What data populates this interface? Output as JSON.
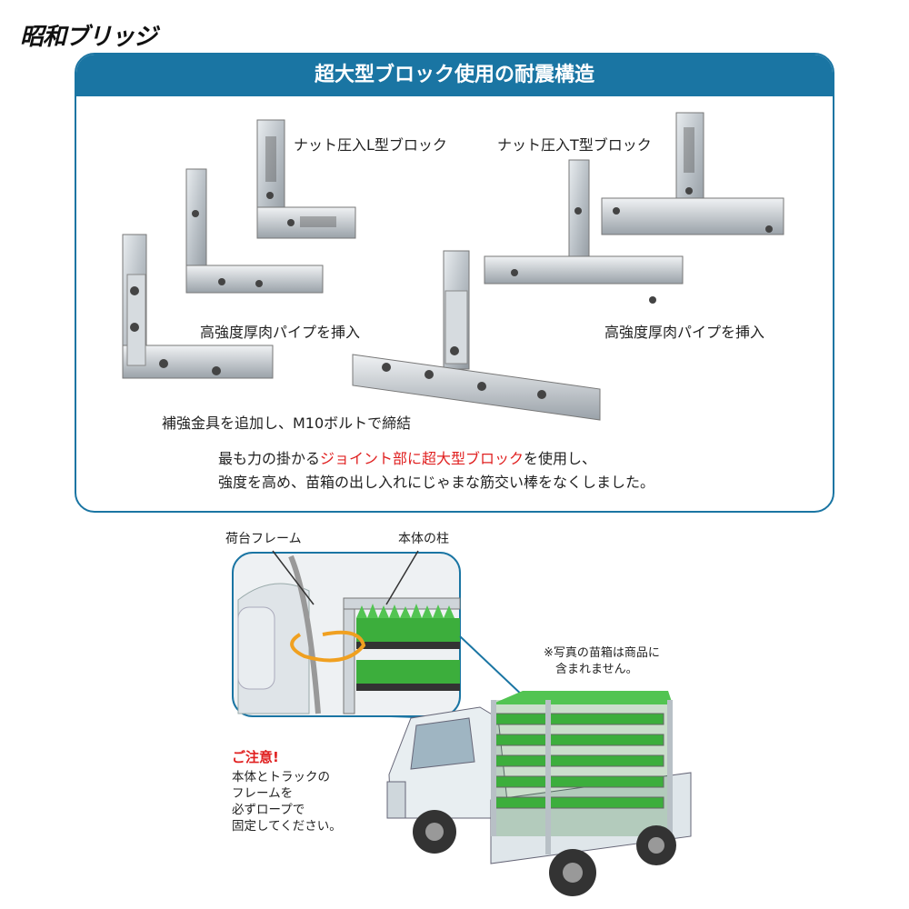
{
  "brand": {
    "logo_text": "昭和ブリッジ"
  },
  "panel": {
    "title": "超大型ブロック使用の耐震構造",
    "labels": {
      "l_block": "ナット圧入L型ブロック",
      "t_block": "ナット圧入T型ブロック",
      "pipe_left": "高強度厚肉パイプを挿入",
      "pipe_right": "高強度厚肉パイプを挿入",
      "reinforce": "補強金具を追加し、M10ボルトで締結"
    },
    "summary": {
      "part1": "最も力の掛かる",
      "highlight": "ジョイント部に超大型ブロック",
      "part2": "を使用し、",
      "line2": "強度を高め、苗箱の出し入れにじゃまな筋交い棒をなくしました。"
    }
  },
  "diagram": {
    "frame_label": "荷台フレーム",
    "pillar_label": "本体の柱",
    "photo_note": "※写真の苗箱は商品に\n　含まれません。"
  },
  "caution": {
    "title": "ご注意!",
    "body": "本体とトラックの\nフレームを\n必ずロープで\n固定してください。"
  },
  "colors": {
    "accent_blue": "#1a75a3",
    "highlight_red": "#e02020",
    "rope_orange": "#f0a020",
    "seedling_green": "#3cae3c"
  }
}
